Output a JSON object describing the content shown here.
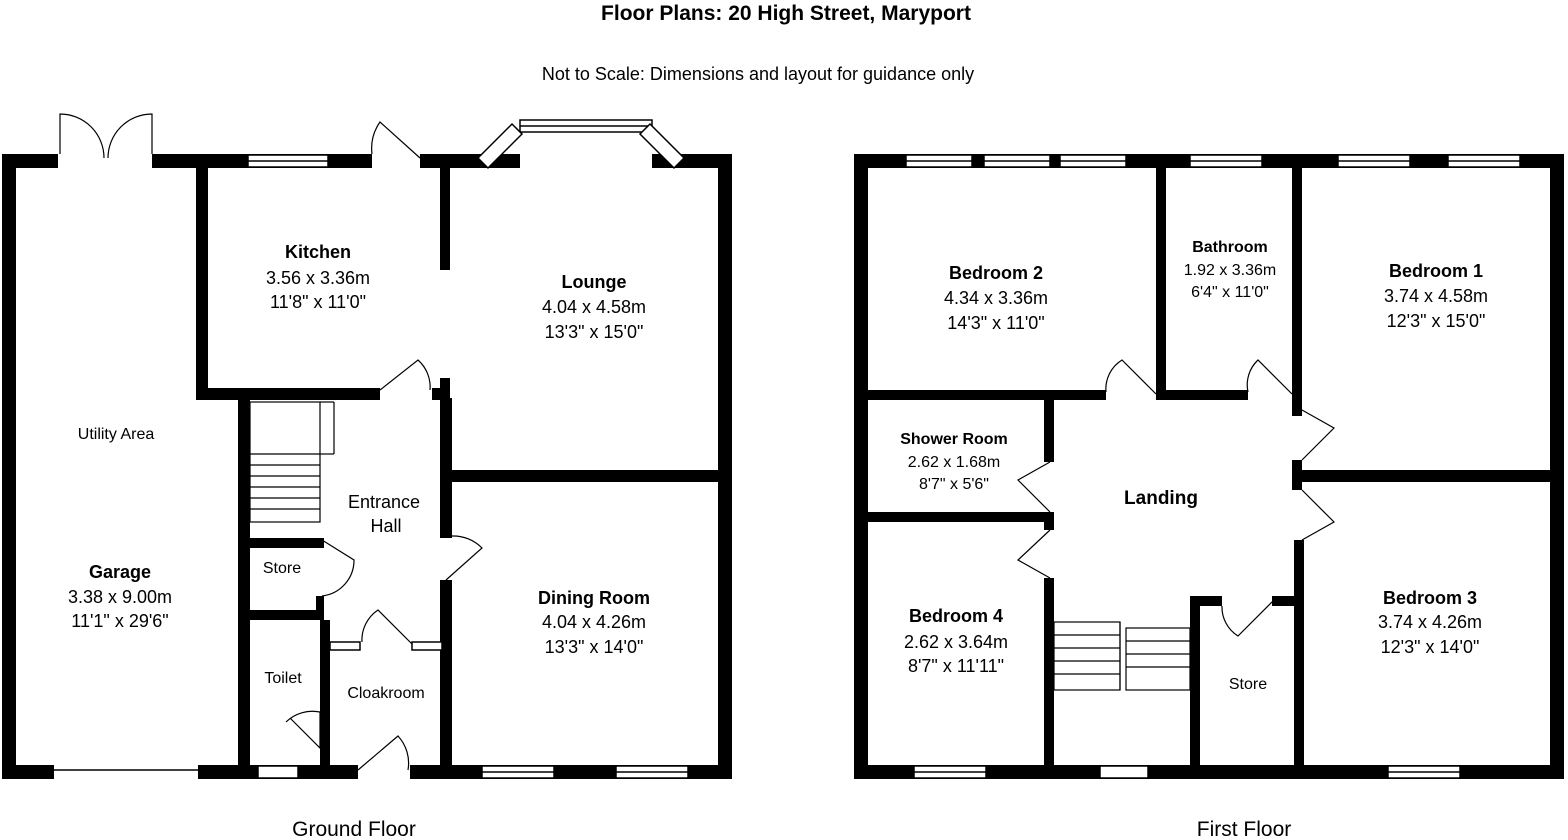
{
  "header": {
    "title": "Floor Plans: 20 High Street, Maryport",
    "subtitle": "Not to Scale: Dimensions and layout for guidance only"
  },
  "floors": {
    "ground": "Ground Floor",
    "first": "First Floor"
  },
  "rooms": {
    "kitchen": {
      "name": "Kitchen",
      "metric": "3.56 x 3.36m",
      "imperial": "11'8\" x 11'0\""
    },
    "lounge": {
      "name": "Lounge",
      "metric": "4.04 x 4.58m",
      "imperial": "13'3\" x 15'0\""
    },
    "garage": {
      "name": "Garage",
      "metric": "3.38 x 9.00m",
      "imperial": "11'1\" x 29'6\""
    },
    "utility": {
      "name": "Utility Area"
    },
    "entrance": {
      "line1": "Entrance",
      "line2": "Hall"
    },
    "store_g": {
      "name": "Store"
    },
    "toilet": {
      "name": "Toilet"
    },
    "cloakroom": {
      "name": "Cloakroom"
    },
    "dining": {
      "name": "Dining Room",
      "metric": "4.04 x 4.26m",
      "imperial": "13'3\" x 14'0\""
    },
    "bedroom2": {
      "name": "Bedroom 2",
      "metric": "4.34 x 3.36m",
      "imperial": "14'3\" x 11'0\""
    },
    "bathroom": {
      "name": "Bathroom",
      "metric": "1.92 x 3.36m",
      "imperial": "6'4\" x 11'0\""
    },
    "bedroom1": {
      "name": "Bedroom 1",
      "metric": "3.74 x 4.58m",
      "imperial": "12'3\" x 15'0\""
    },
    "shower": {
      "name": "Shower Room",
      "metric": "2.62 x 1.68m",
      "imperial": "8'7\" x 5'6\""
    },
    "landing": {
      "name": "Landing"
    },
    "bedroom4": {
      "name": "Bedroom 4",
      "metric": "2.62 x 3.64m",
      "imperial": "8'7\" x 11'11\""
    },
    "store_f": {
      "name": "Store"
    },
    "bedroom3": {
      "name": "Bedroom 3",
      "metric": "3.74 x 4.26m",
      "imperial": "12'3\" x 14'0\""
    }
  },
  "colors": {
    "wall": "#000000",
    "background": "#ffffff"
  }
}
